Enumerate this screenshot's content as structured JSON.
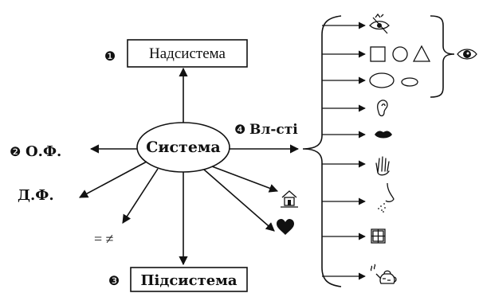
{
  "center": {
    "label": "Система"
  },
  "supersystem": {
    "badge": "❶",
    "label": "Надсистема"
  },
  "subsystem": {
    "badge": "❸",
    "label": "Підсистема"
  },
  "form": {
    "badge": "❷",
    "label": "О.Ф."
  },
  "action": {
    "label": "Д.Ф."
  },
  "relation": {
    "label": "= ≠"
  },
  "properties": {
    "badge": "❹",
    "label": "Вл-сті"
  },
  "icons": [
    "eye-crossed-icon",
    "shapes-icon",
    "ovals-icon",
    "ear-icon",
    "lips-icon",
    "hand-icon",
    "nose-icon",
    "window-icon",
    "kettle-icon"
  ]
}
